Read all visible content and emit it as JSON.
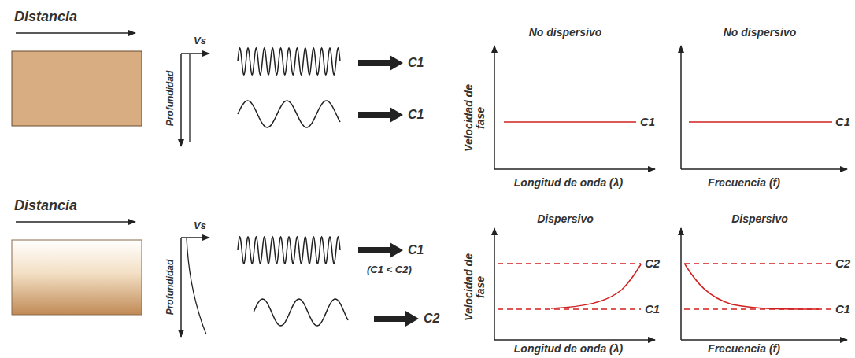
{
  "diagram": {
    "labels": [
      "Distancia",
      "Vs",
      "Profundidad",
      "C1",
      "C1",
      "No dispersivo",
      "Velocidad de fase",
      "C1",
      "Longitud de onda (λ)",
      "No dispersivo",
      "C1",
      "Frecuencia (f)",
      "Distancia",
      "Vs",
      "Profundidad",
      "C1",
      "(C1 < C2)",
      "C2",
      "Dispersivo",
      "Velocidad de fase",
      "C2",
      "C1",
      "Longitud de onda (λ)",
      "Dispersivo",
      "C2",
      "C1",
      "Frecuencia (f)"
    ]
  }
}
